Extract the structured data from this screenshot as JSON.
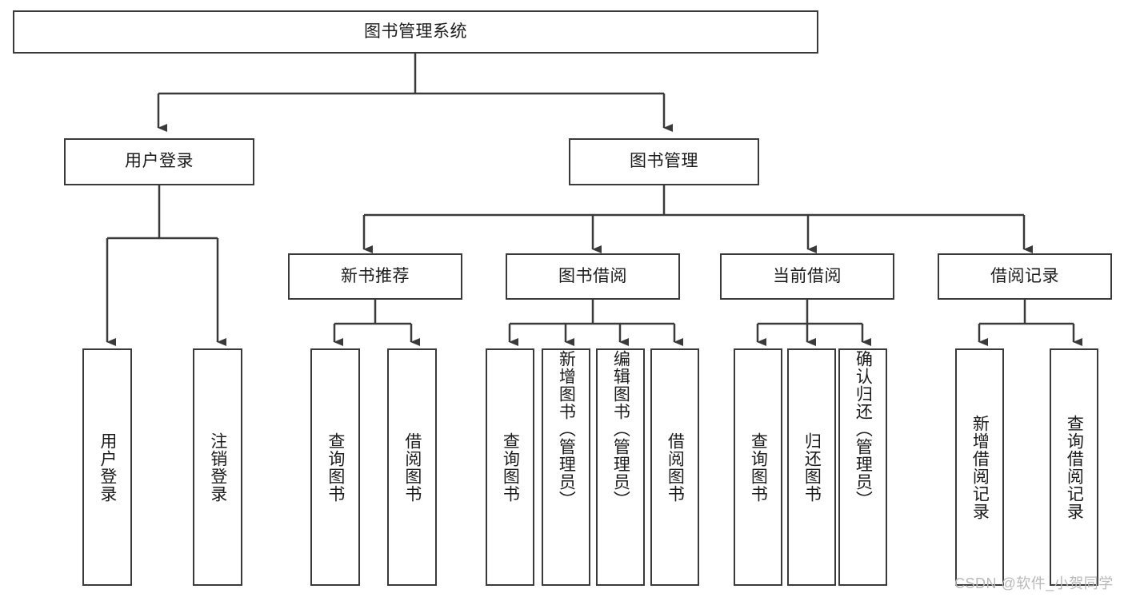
{
  "diagram": {
    "title": "图书管理系统",
    "type": "tree",
    "root": {
      "label": "图书管理系统"
    },
    "level1": [
      {
        "label": "用户登录"
      },
      {
        "label": "图书管理"
      }
    ],
    "level2": [
      {
        "label": "新书推荐"
      },
      {
        "label": "图书借阅"
      },
      {
        "label": "当前借阅"
      },
      {
        "label": "借阅记录"
      }
    ],
    "leaves": {
      "user_login": [
        {
          "label": "用户登录"
        },
        {
          "label": "注销登录"
        }
      ],
      "new_book_recommend": [
        {
          "label": "查询图书"
        },
        {
          "label": "借阅图书"
        }
      ],
      "book_borrow": [
        {
          "label": "查询图书"
        },
        {
          "label": "新增图书（管理员）"
        },
        {
          "label": "编辑图书（管理员）"
        },
        {
          "label": "借阅图书"
        }
      ],
      "current_borrow": [
        {
          "label": "查询图书"
        },
        {
          "label": "归还图书"
        },
        {
          "label": "确认归还（管理员）"
        }
      ],
      "borrow_record": [
        {
          "label": "新增借阅记录"
        },
        {
          "label": "查询借阅记录"
        }
      ]
    }
  },
  "watermark": {
    "text": "CSDN @软件_小贺同学"
  },
  "colors": {
    "stroke": "#3a3a3a",
    "fill": "#ffffff",
    "text": "#1b1b1b",
    "watermark": "#b9b9b9"
  }
}
